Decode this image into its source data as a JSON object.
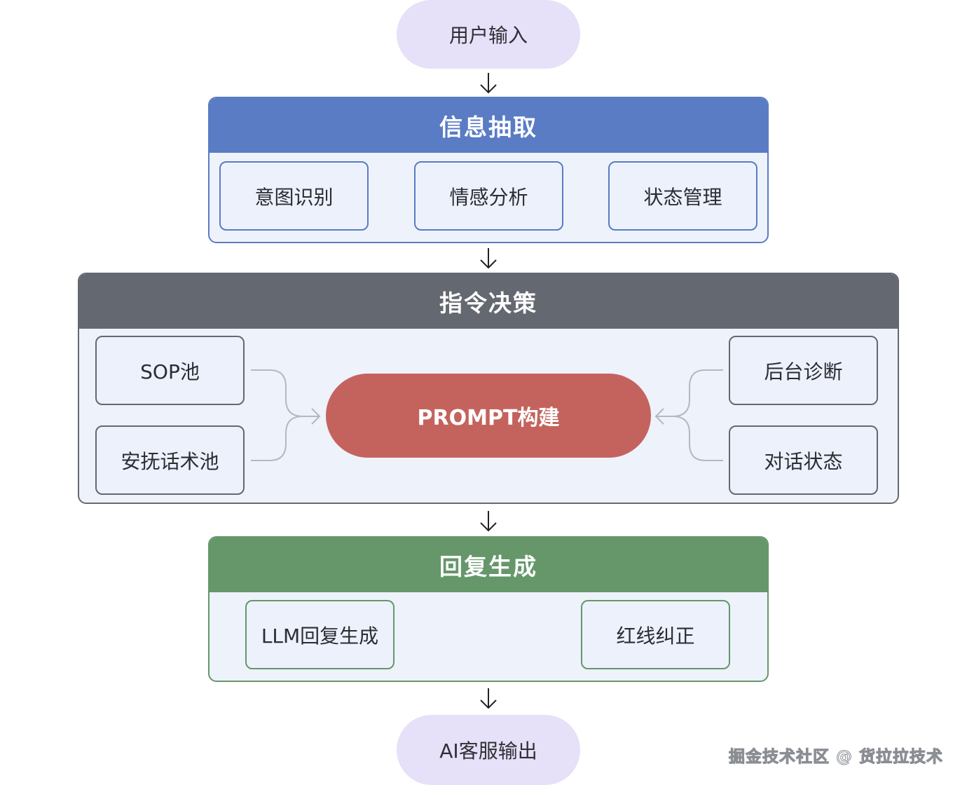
{
  "input_node": {
    "label": "用户输入"
  },
  "extraction": {
    "title": "信息抽取",
    "items": [
      {
        "label": "意图识别"
      },
      {
        "label": "情感分析"
      },
      {
        "label": "状态管理"
      }
    ]
  },
  "decision": {
    "title": "指令决策",
    "left_items": [
      {
        "label": "SOP池"
      },
      {
        "label": "安抚话术池"
      }
    ],
    "center": {
      "label": "PROMPT构建"
    },
    "right_items": [
      {
        "label": "后台诊断"
      },
      {
        "label": "对话状态"
      }
    ]
  },
  "generation": {
    "title": "回复生成",
    "items": [
      {
        "label": "LLM回复生成"
      },
      {
        "label": "红线纠正"
      }
    ]
  },
  "output_node": {
    "label": "AI客服输出"
  },
  "watermark": {
    "text": "掘金技术社区 @ 货拉拉技术"
  },
  "colors": {
    "pill_bg": "#e6e0f8",
    "extraction_header": "#5a7cc4",
    "decision_header": "#646870",
    "generation_header": "#65976a",
    "prompt_bg": "#c4635d",
    "box_bg": "#edf1fb"
  }
}
